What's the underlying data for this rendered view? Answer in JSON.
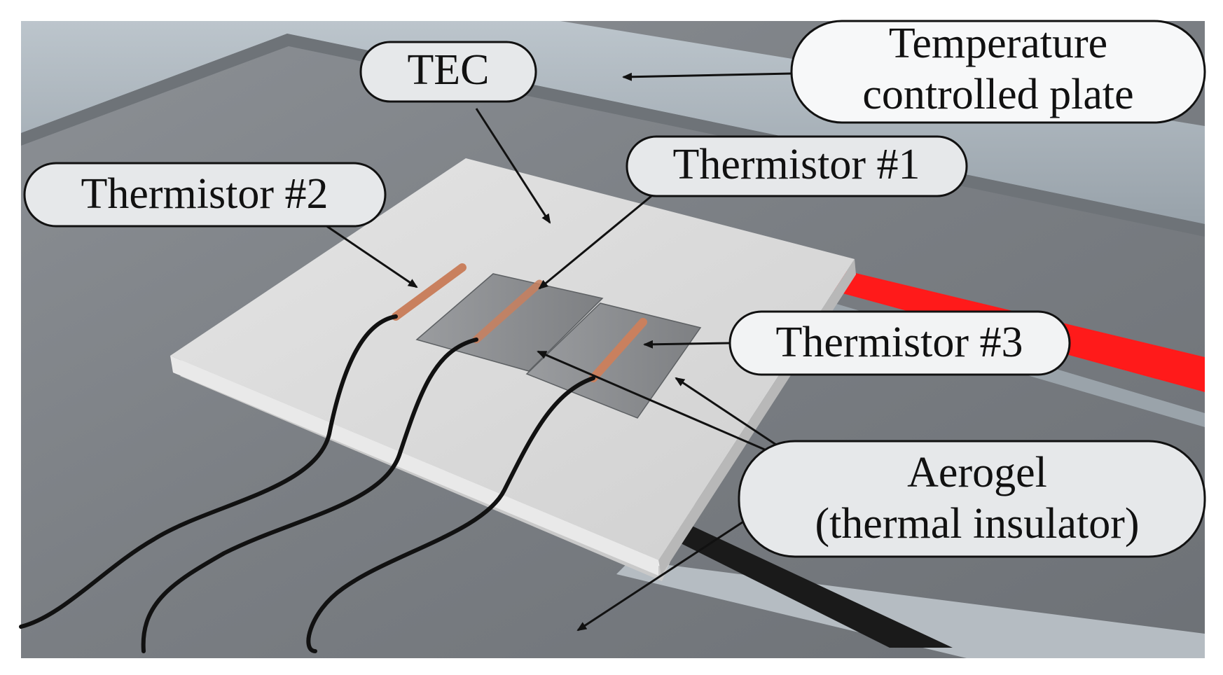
{
  "diagram": {
    "labels": {
      "plate": [
        "Temperature",
        "controlled plate"
      ],
      "tec": "TEC",
      "thermistor_1": "Thermistor #1",
      "thermistor_2": "Thermistor #2",
      "thermistor_3": "Thermistor #3",
      "aerogel": [
        "Aerogel",
        "(thermal insulator)"
      ]
    },
    "colors": {
      "plate_top": "#a9b2b9",
      "plate_surface": "#7d8084",
      "tec_plate": "#dcdcdc",
      "aerogel": "#8a8c8f",
      "thermistor": "#c9805e",
      "wire": "#111111",
      "red_cable": "#ff1a1a",
      "black_cable": "#1a1a1a",
      "callout_fill": "#e6e8ea",
      "callout_stroke": "#111111"
    }
  }
}
